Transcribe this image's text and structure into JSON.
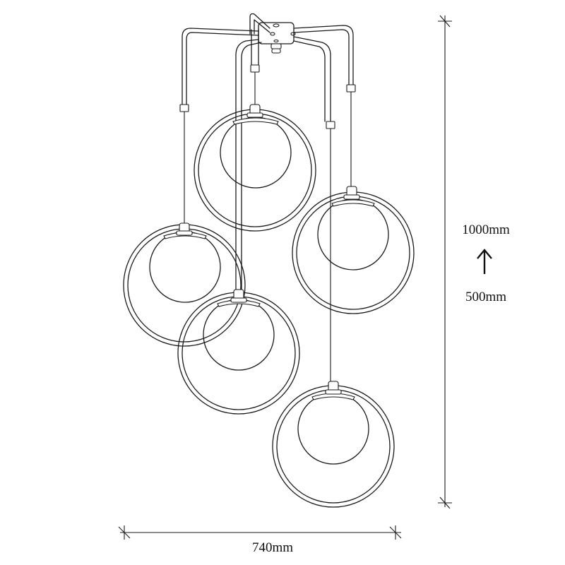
{
  "dimensions": {
    "height_max": "1000mm",
    "height_min": "500mm",
    "width": "740mm"
  }
}
